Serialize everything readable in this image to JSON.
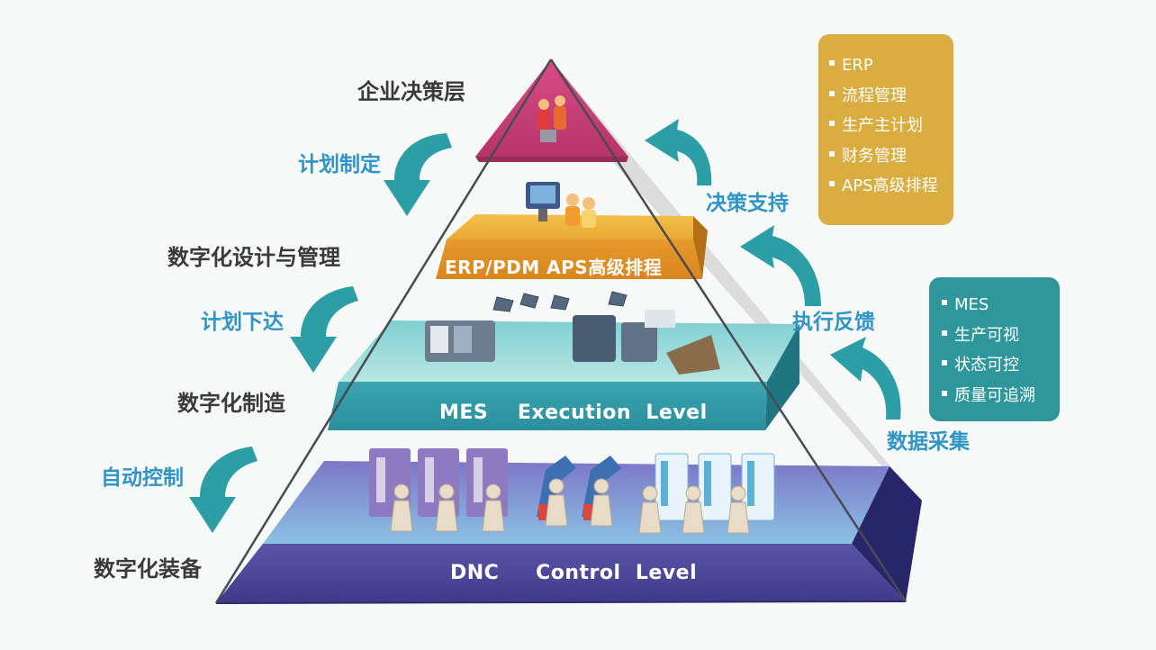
{
  "levels": {
    "enterprise": "企业决策层",
    "design": "数字化设计与管理",
    "manufacturing": "数字化制造",
    "equipment": "数字化装备"
  },
  "down_flows": {
    "plan_make": "计划制定",
    "plan_issue": "计划下达",
    "auto_control": "自动控制"
  },
  "up_flows": {
    "decision_support": "决策支持",
    "exec_feedback": "执行反馈",
    "data_collect": "数据采集"
  },
  "tiers": {
    "erp": "ERP/PDM APS高级排程",
    "mes": "MES    Execution  Level",
    "dnc": "DNC     Control  Level"
  },
  "erp_box": {
    "items": [
      "ERP",
      "流程管理",
      "生产主计划",
      "财务管理",
      "APS高级排程"
    ],
    "color": "#d9ad3f"
  },
  "mes_box": {
    "items": [
      "MES",
      "生产可视",
      "状态可控",
      "质量可追溯"
    ],
    "color": "#2f969c"
  },
  "colors": {
    "top": "#c83f78",
    "erp": "#e8a93a",
    "mes": "#3ba6b2",
    "dnc": "#4f4a9a",
    "arrow": "#2c9ea6",
    "flow_text": "#2f95c9"
  },
  "icons": [
    "people-icon",
    "computer-icon",
    "robot-arm-icon",
    "cnc-machine-icon",
    "worker-icon",
    "server-cabinet-icon"
  ]
}
